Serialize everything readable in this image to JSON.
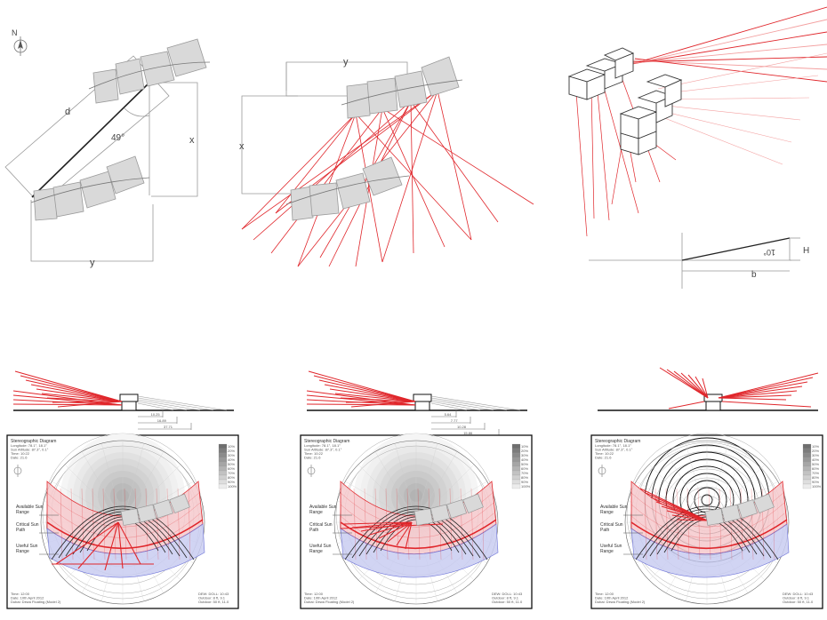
{
  "colors": {
    "ray": "#e0262b",
    "ray_light": "#f3a0a0",
    "block_fill": "#d9d9d9",
    "block_stroke": "#9a9a9a",
    "outline": "#8a8a8a",
    "pink_band": "#f6c9cc",
    "blue_band": "#c9cdf1"
  },
  "top_left": {
    "north_label": "N",
    "d_label": "d",
    "angle_label": "49°",
    "x_label": "x",
    "y_label": "y"
  },
  "top_middle": {
    "y_label": "y",
    "x_label": "x"
  },
  "top_right": {
    "angle_label": "10°",
    "h_label": "H",
    "b_label": "b"
  },
  "sections": [
    {
      "dims": [
        "10.25",
        "16.89",
        "37.71"
      ]
    },
    {
      "dims": [
        "5.64",
        "7.77",
        "10.28",
        "15.86"
      ]
    },
    {
      "dims": []
    }
  ],
  "diagram": {
    "title": "Stereographic Diagram",
    "info_lines": [
      "Longitude: 78.1°, 18.1°",
      "Sun Altitude: 87.3°, 0.1°",
      "Time: 10:22",
      "Date: 21.6"
    ],
    "available_label": "Available Sun Range",
    "critical_label": "Critical Sun Path",
    "useful_label": "Useful Sun Range",
    "legend": [
      "10%",
      "20%",
      "30%",
      "40%",
      "50%",
      "60%",
      "70%",
      "80%",
      "90%",
      "100%"
    ],
    "footer_left": [
      "Time: 12:00",
      "Date: 10th April 2012",
      "Dubai: Dewa Floating (Model 2)"
    ],
    "footer_right": [
      "DEW: DOLL: 10:43",
      "Outdoor: 8 ft, 9.1",
      "Outdoor: 50 ft, 11.0"
    ]
  }
}
